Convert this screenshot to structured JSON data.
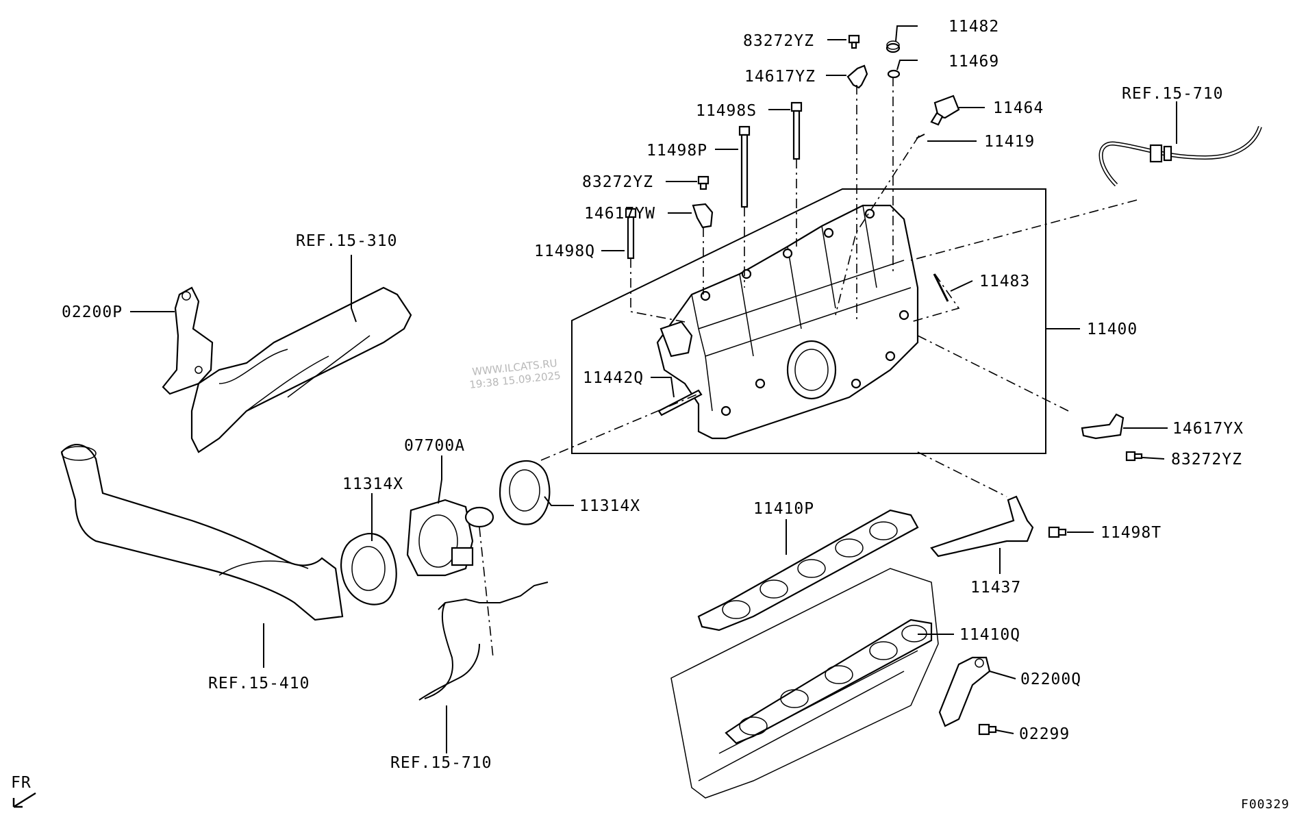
{
  "diagram": {
    "labels": {
      "p83272yz_top": "83272YZ",
      "p11482": "11482",
      "p14617yz": "14617YZ",
      "p11469": "11469",
      "p11498s": "11498S",
      "p11464": "11464",
      "p11419": "11419",
      "p11498p": "11498P",
      "p83272yz_mid": "83272YZ",
      "p14617yw": "14617YW",
      "p11498q": "11498Q",
      "p11483": "11483",
      "p11400": "11400",
      "p11442q": "11442Q",
      "p14617yx": "14617YX",
      "p83272yz_right": "83272YZ",
      "p07700a": "07700A",
      "p11314x_left": "11314X",
      "p11314x_right": "11314X",
      "p11410p": "11410P",
      "p11498t": "11498T",
      "p11437": "11437",
      "p11410q": "11410Q",
      "p02200p": "02200P",
      "p02200q": "02200Q",
      "p02299": "02299",
      "ref_15_310": "REF.15-310",
      "ref_15_410": "REF.15-410",
      "ref_15_710_top": "REF.15-710",
      "ref_15_710_bottom": "REF.15-710"
    },
    "direction_label": "FR",
    "figure_code": "F00329",
    "watermark_line1": "WWW.ILCATS.RU",
    "watermark_line2": "19:38 15.09.2025"
  }
}
